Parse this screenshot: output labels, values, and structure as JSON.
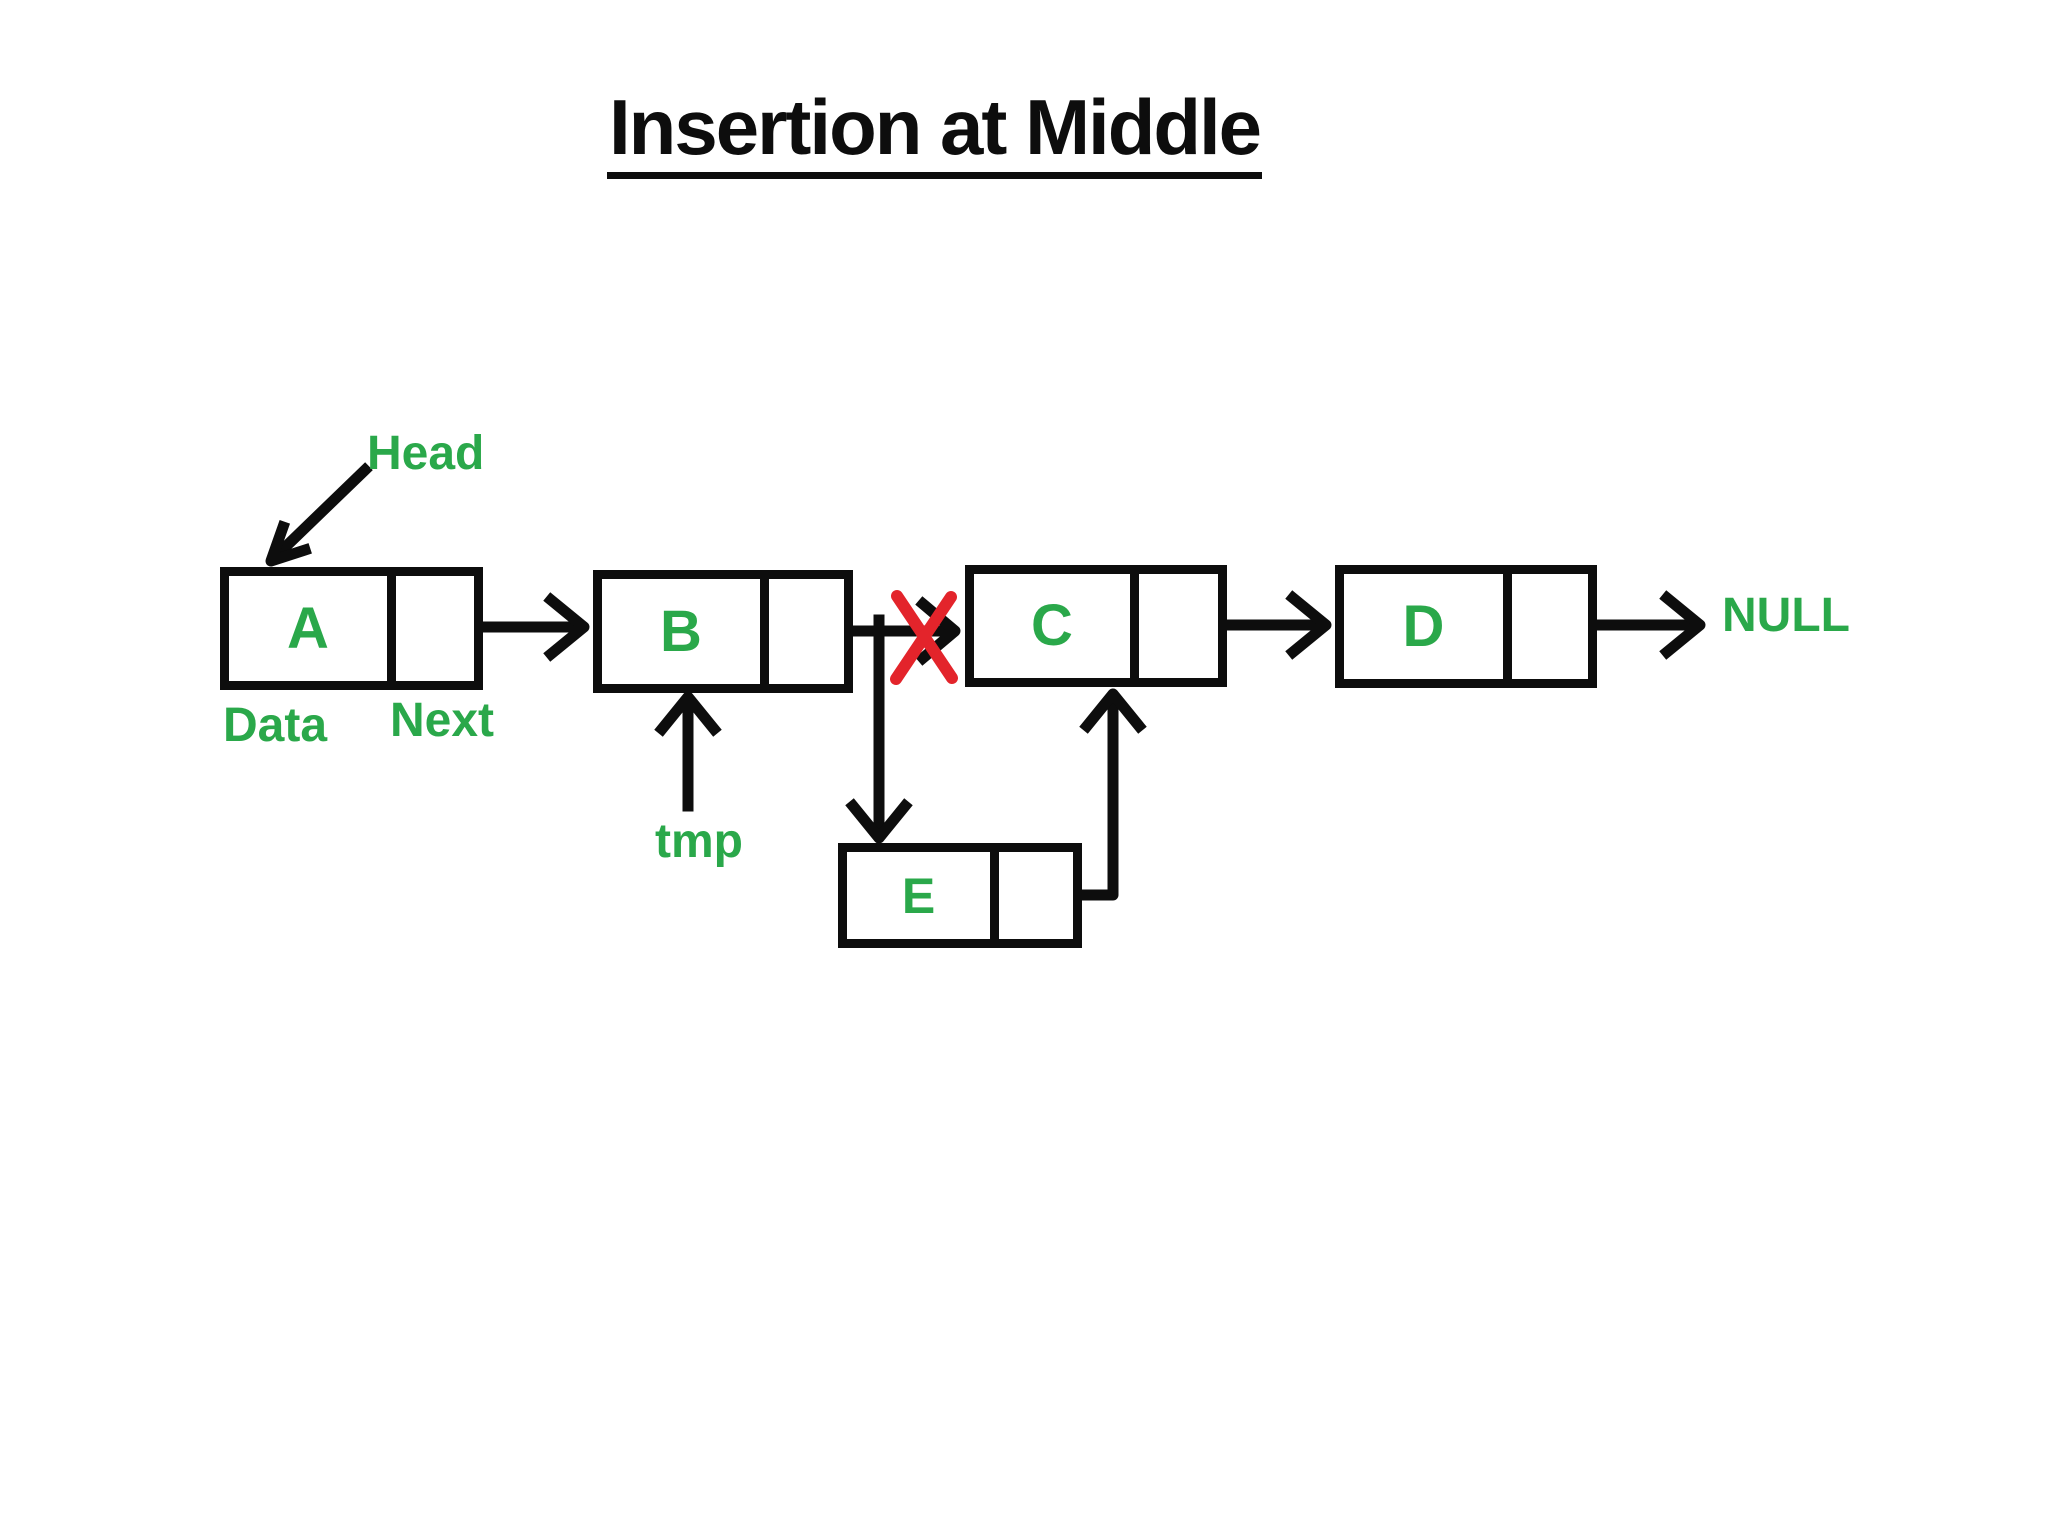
{
  "title": {
    "text": "Insertion at Middle"
  },
  "diagram": {
    "nodes": [
      {
        "label": "A"
      },
      {
        "label": "B"
      },
      {
        "label": "C"
      },
      {
        "label": "D"
      },
      {
        "label": "E"
      }
    ],
    "field_labels": {
      "data": "Data",
      "next": "Next"
    },
    "pointer_labels": {
      "head": "Head",
      "tmp": "tmp",
      "terminator": "NULL"
    },
    "links": [
      {
        "from": "Head",
        "to": "A"
      },
      {
        "from": "A",
        "to": "B"
      },
      {
        "from": "B",
        "to": "C",
        "crossed_out": true
      },
      {
        "from": "B",
        "to": "E"
      },
      {
        "from": "E",
        "to": "C"
      },
      {
        "from": "C",
        "to": "D"
      },
      {
        "from": "D",
        "to": "NULL"
      },
      {
        "from": "tmp",
        "to": "B"
      }
    ],
    "colors": {
      "line_black": "#0d0d0d",
      "cross_red": "#e3242b",
      "text_green": "#2aa84a"
    }
  }
}
